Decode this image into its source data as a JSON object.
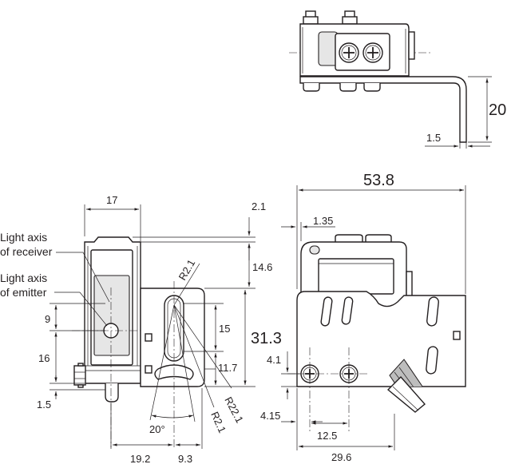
{
  "labels": {
    "light_axis_receiver_1": "Light axis",
    "light_axis_receiver_2": "of receiver",
    "light_axis_emitter_1": "Light axis",
    "light_axis_emitter_2": "of emitter"
  },
  "dimensions": {
    "top_height": "20",
    "top_thickness": "1.5",
    "front_width": "17",
    "front_top_offset": "2.1",
    "front_upper": "14.6",
    "front_total_height": "31.3",
    "front_slot": "15",
    "front_slot_lower": "11.7",
    "front_emitter_height": "9",
    "front_lower": "16",
    "front_bottom": "1.5",
    "front_radius_top": "R2.1",
    "front_radius_large": "R22.1",
    "front_radius_bottom": "R2.1",
    "front_angle": "20°",
    "front_bottom_left": "19.2",
    "front_bottom_right": "9.3",
    "side_width": "53.8",
    "side_offset": "1.35",
    "side_hole_height": "4.1",
    "side_hole_offset": "4.15",
    "side_hole_pitch": "12.5",
    "side_bottom_width": "29.6"
  },
  "colors": {
    "line": "#231f20",
    "shading": "#e6e6e6",
    "background": "#ffffff"
  }
}
